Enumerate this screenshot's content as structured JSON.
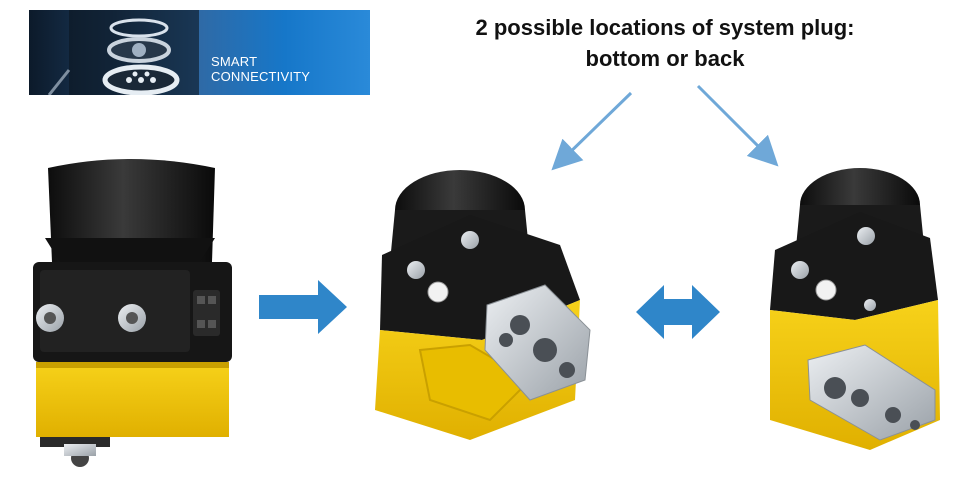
{
  "banner": {
    "line1": "SMART",
    "line2": "CONNECTIVITY"
  },
  "heading": {
    "line1": "2 possible locations of system plug:",
    "line2": "bottom or back"
  },
  "colors": {
    "scanner_yellow": "#f2c400",
    "scanner_black": "#1a1a1a",
    "arrow_blue": "#2f86c9",
    "pointer_blue": "#6fa8d8",
    "metal": "#c8ccd0"
  }
}
